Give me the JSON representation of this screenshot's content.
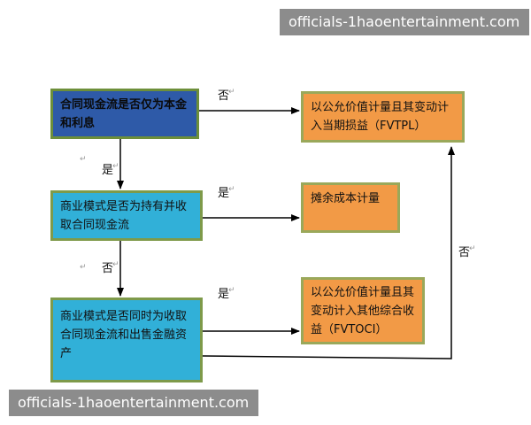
{
  "watermark_text": "officials-1haoentertainment.com",
  "nodes": {
    "q1": "合同现金流是否仅为本金和利息",
    "q2": "商业模式是否为持有并收取合同现金流",
    "q3": "商业模式是否同时为收取合同现金流和出售金融资产",
    "fvtpl": "以公允价值计量且其变动计入当期损益（FVTPL）",
    "amortized": "摊余成本计量",
    "fvtoci": "以公允价值计量且其变动计入其他综合收益（FVTOCI）"
  },
  "edges": {
    "q1_no": "否",
    "q1_yes": "是",
    "q2_yes": "是",
    "q2_no": "否",
    "q3_yes": "是",
    "q3_no": "否"
  },
  "paragraph_mark": "↵",
  "colors": {
    "question_dark": "#2e5aa8",
    "question_blue": "#31b0d8",
    "outcome_orange": "#f29a46",
    "border_green": "#6d8f3a"
  }
}
